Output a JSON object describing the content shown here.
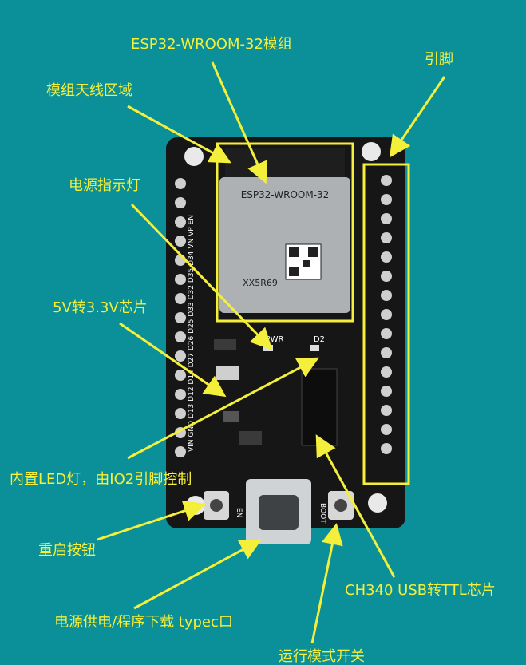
{
  "labels": {
    "module": "ESP32-WROOM-32模组",
    "pins": "引脚",
    "antenna": "模组天线区域",
    "power_led": "电源指示灯",
    "regulator": "5V转3.3V芯片",
    "builtin_led": "内置LED灯，由IO2引脚控制",
    "reset_button": "重启按钮",
    "typec_port": "电源供电/程序下载 typec口",
    "usb_chip": "CH340 USB转TTL芯片",
    "boot_switch": "运行模式开关"
  },
  "board_text": {
    "chip_name": "ESP32-WROOM-32",
    "chip_code": "XX5R69",
    "pwr": "PWR",
    "d2": "D2",
    "en": "EN",
    "boot": "BOOT",
    "left_pins": "VIN GND D13 D12 D14 D27 D26 D25 D33 D32 D35 D34 VN VP EN"
  },
  "colors": {
    "background": "#0b8f99",
    "annotation": "#f4ef3a",
    "board": "#161616"
  }
}
